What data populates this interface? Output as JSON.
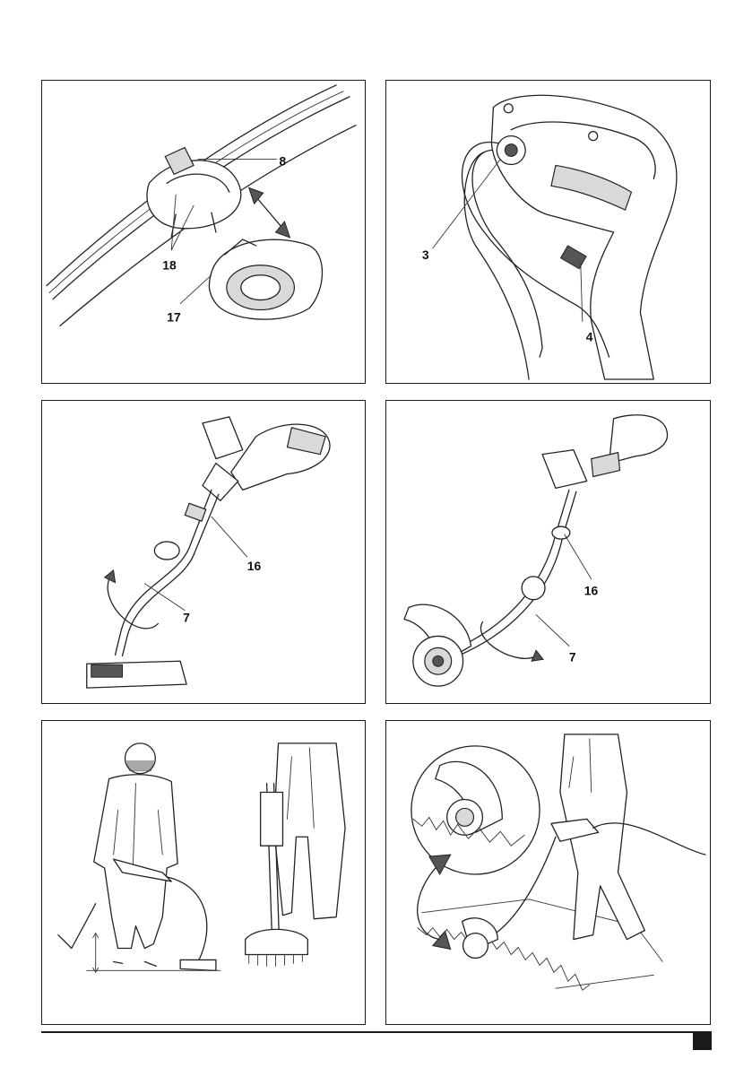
{
  "figures": [
    {
      "id": "fig-a",
      "callouts": [
        "8",
        "18",
        "17"
      ]
    },
    {
      "id": "fig-b",
      "callouts": [
        "3",
        "4"
      ]
    },
    {
      "id": "fig-c",
      "callouts": [
        "16",
        "7"
      ]
    },
    {
      "id": "fig-d",
      "callouts": [
        "16",
        "7"
      ]
    },
    {
      "id": "fig-e",
      "callouts": []
    },
    {
      "id": "fig-f",
      "callouts": []
    }
  ]
}
